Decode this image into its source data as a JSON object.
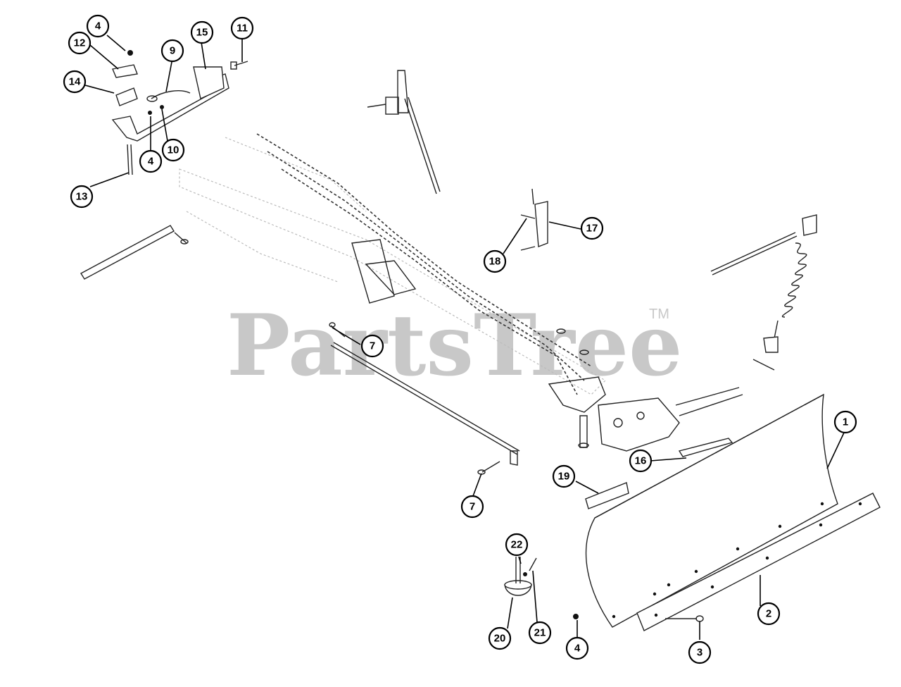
{
  "watermark": {
    "brand": "PartsTree",
    "trademark": "TM"
  },
  "callouts": [
    {
      "label": "1"
    },
    {
      "label": "2"
    },
    {
      "label": "3"
    },
    {
      "label": "4"
    },
    {
      "label": "4"
    },
    {
      "label": "4"
    },
    {
      "label": "7"
    },
    {
      "label": "7"
    },
    {
      "label": "9"
    },
    {
      "label": "10"
    },
    {
      "label": "11"
    },
    {
      "label": "12"
    },
    {
      "label": "13"
    },
    {
      "label": "14"
    },
    {
      "label": "15"
    },
    {
      "label": "16"
    },
    {
      "label": "17"
    },
    {
      "label": "18"
    },
    {
      "label": "19"
    },
    {
      "label": "20"
    },
    {
      "label": "21"
    },
    {
      "label": "22"
    }
  ],
  "colors": {
    "background": "#ffffff",
    "line": "#000000",
    "watermark": "#c8c8c8"
  }
}
